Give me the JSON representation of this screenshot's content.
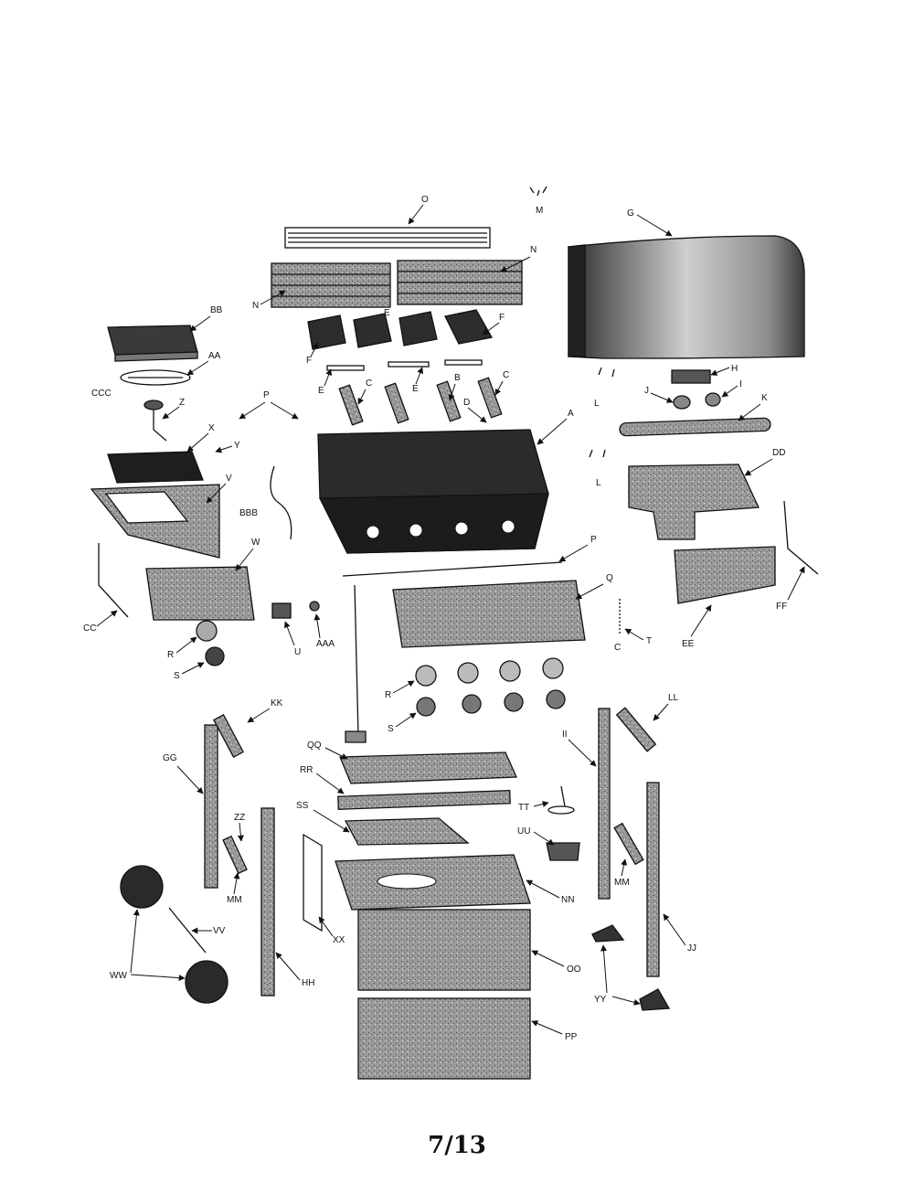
{
  "page_number": "7/13",
  "labels": {
    "O": "O",
    "M": "M",
    "G": "G",
    "N": "N",
    "BB": "BB",
    "AA": "AA",
    "E": "E",
    "F": "F",
    "CCC": "CCC",
    "Z": "Z",
    "P": "P",
    "C": "C",
    "B": "B",
    "D": "D",
    "A": "A",
    "X": "X",
    "Y": "Y",
    "V": "V",
    "BBB": "BBB",
    "W": "W",
    "CC": "CC",
    "U": "U",
    "AAA": "AAA",
    "R": "R",
    "S": "S",
    "Q": "Q",
    "T": "T",
    "L": "L",
    "H": "H",
    "J": "J",
    "I": "I",
    "K": "K",
    "DD": "DD",
    "EE": "EE",
    "FF": "FF",
    "KK": "KK",
    "GG": "GG",
    "ZZ": "ZZ",
    "MM": "MM",
    "VV": "VV",
    "WW": "WW",
    "HH": "HH",
    "QQ": "QQ",
    "RR": "RR",
    "SS": "SS",
    "XX": "XX",
    "NN": "NN",
    "OO": "OO",
    "PP": "PP",
    "TT": "TT",
    "UU": "UU",
    "II": "II",
    "LL": "LL",
    "JJ": "JJ",
    "YY": "YY"
  }
}
